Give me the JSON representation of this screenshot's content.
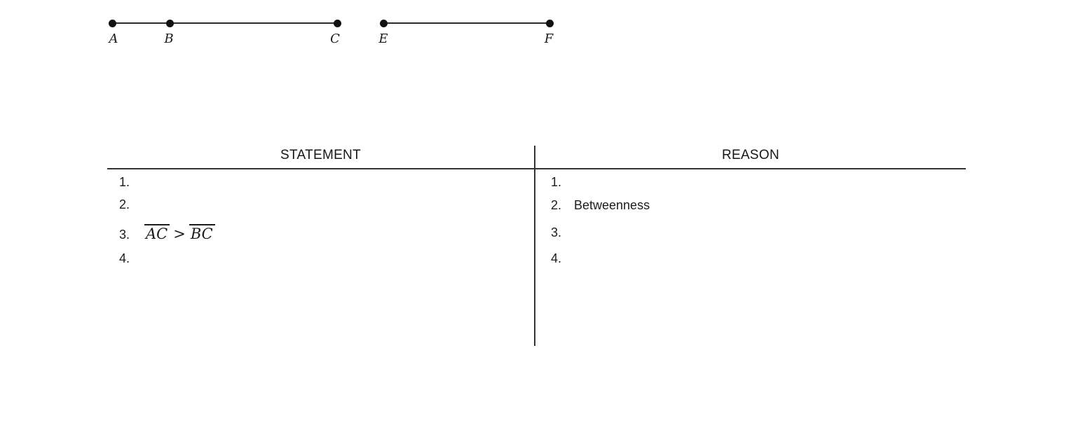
{
  "page": {
    "background": "#ffffff",
    "text_color": "#1c1c1c",
    "line_color": "#2b2b2b"
  },
  "diagram": {
    "segments": [
      {
        "name": "segment-ABC",
        "points": [
          "A",
          "B",
          "C"
        ]
      },
      {
        "name": "segment-EF",
        "points": [
          "E",
          "F"
        ]
      }
    ]
  },
  "proof_table": {
    "headers": {
      "statement": "STATEMENT",
      "reason": "REASON"
    },
    "statements": [
      {
        "num": "1.",
        "text": ""
      },
      {
        "num": "2.",
        "text": ""
      },
      {
        "num": "3.",
        "math": {
          "left_segment": "AC",
          "operator": ">",
          "right_segment": "BC"
        }
      },
      {
        "num": "4.",
        "text": ""
      }
    ],
    "reasons": [
      {
        "num": "1.",
        "text": ""
      },
      {
        "num": "2.",
        "text": "Betweenness"
      },
      {
        "num": "3.",
        "text": ""
      },
      {
        "num": "4.",
        "text": ""
      }
    ]
  }
}
